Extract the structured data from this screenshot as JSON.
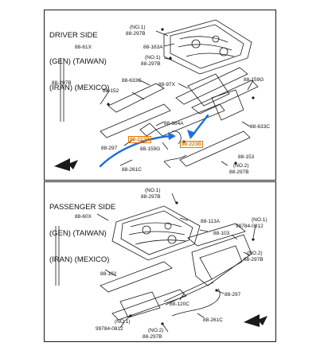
{
  "driver_side": {
    "heading": [
      "DRIVER SIDE",
      "(GEN) (TAIWAN)",
      "(IRAN) (MEXICO)"
    ],
    "labels": {
      "no1_a": "(NO.1)",
      "p297b_a": "88-297B",
      "p163a": "88-163A",
      "p61x": "88-61X",
      "no1_b": "(NO.1)",
      "p297b_b": "88-297B",
      "p297b_c": "88-297B",
      "p633c_a": "88-633C",
      "p97x": "88-97X",
      "p159g_a": "88-159G",
      "p152": "88-152",
      "p984a": "88-984A",
      "p633c_b": "88-633C",
      "p297_a": "88-297",
      "p223b_a": "88-223B",
      "p223b_b": "88-223B",
      "p159g_b": "88-159G",
      "p261c": "88-261C",
      "p153": "88-153",
      "no2": "(NO.2)",
      "p297b_d": "88-297B"
    }
  },
  "passenger_side": {
    "heading": [
      "PASSENGER SIDE",
      "(GEN) (TAIWAN)",
      "(IRAN) (MEXICO)"
    ],
    "labels": {
      "no1_a": "(NO.1)",
      "p297b_a": "88-297B",
      "p60x": "88-60X",
      "p113a": "88-113A",
      "no1_b": "(NO.1)",
      "p0812_a": "99784-0812",
      "p103": "88-103",
      "no2": "(NO.2)",
      "p297b_b": "88-297B",
      "p102": "88-102",
      "p120c": "88-120C",
      "p297": "88-297",
      "p261c": "88-261C",
      "no1_c": "(NO.1)",
      "p0812_b": "99784-0812",
      "no2_b": "(NO.2)",
      "p297b_c": "88-297B"
    }
  },
  "colors": {
    "line": "#1a1a1a",
    "highlight": "#e07a00",
    "arrow": "#1f6fd6"
  },
  "icons": [
    "forward-arrow-icon",
    "blue-callout-arrow-icon"
  ]
}
